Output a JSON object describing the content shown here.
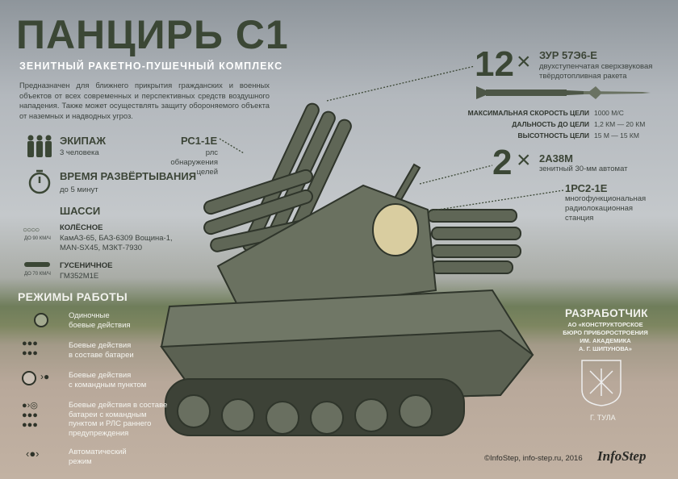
{
  "header": {
    "title": "ПАНЦИРЬ С1",
    "subtitle": "ЗЕНИТНЫЙ РАКЕТНО-ПУШЕЧНЫЙ КОМПЛЕКС",
    "description": "Предназначен для ближнего прикрытия гражданских и военных объектов от всех современных и перспективных средств воздушного нападения. Также может осуществлять защиту обороняемого объекта от наземных и надводных угроз."
  },
  "crew": {
    "icon": "people-icon",
    "label": "ЭКИПАЖ",
    "value": "3 человека"
  },
  "deploy": {
    "icon": "stopwatch-icon",
    "label": "ВРЕМЯ РАЗВЁРТЫВАНИЯ",
    "value": "до 5 минут"
  },
  "chassis": {
    "label": "ШАССИ",
    "wheeled": {
      "icon": "wheels-icon",
      "speed": "ДО 90 КМ/Ч",
      "label": "КОЛЁСНОЕ",
      "line1": "КамАЗ-65,  БАЗ-6309 Вощина-1,",
      "line2": "MAN-SX45, МЗКТ-7930"
    },
    "tracked": {
      "icon": "tracks-icon",
      "speed": "ДО 70 КМ/Ч",
      "label": "ГУСЕНИЧНОЕ",
      "line1": "ГМ352М1Е"
    }
  },
  "radar1": {
    "label": "РС1-1Е",
    "line1": "рлс обнаружения",
    "line2": "целей"
  },
  "modes": {
    "label": "РЕЖИМЫ РАБОТЫ",
    "items": [
      {
        "l1": "Одиночные",
        "l2": "боевые действия"
      },
      {
        "l1": "Боевые действия",
        "l2": "в составе батареи"
      },
      {
        "l1": "Боевые действия",
        "l2": "с командным пунктом"
      },
      {
        "l1": "Боевые действия в составе",
        "l2": "батареи с командным",
        "l3": "пунктом и РЛС раннего",
        "l4": "предупреждения"
      },
      {
        "l1": "Автоматический",
        "l2": "режим"
      }
    ]
  },
  "missile": {
    "count": "12",
    "times": "×",
    "name": "ЗУР 57Э6-Е",
    "line1": "двухступенчатая сверхзвуковая",
    "line2": "твёрдотопливная ракета"
  },
  "specs": [
    {
      "k": "МАКСИМАЛЬНАЯ СКОРОСТЬ ЦЕЛИ",
      "v": "1000 М/С"
    },
    {
      "k": "ДАЛЬНОСТЬ ДО ЦЕЛИ",
      "v": "1,2 КМ — 20 КМ"
    },
    {
      "k": "ВЫСОТНОСТЬ ЦЕЛИ",
      "v": "15 М — 15 КМ"
    }
  ],
  "gun": {
    "count": "2",
    "times": "×",
    "name": "2А38М",
    "line1": "зенитный 30-мм автомат"
  },
  "radar2": {
    "name": "1РС2-1Е",
    "line1": "многофункциональная",
    "line2": "радиолокационная",
    "line3": "станция"
  },
  "developer": {
    "label": "РАЗРАБОТЧИК",
    "l1": "АО «КОНСТРУКТОРСКОЕ",
    "l2": "БЮРО ПРИБОРОСТРОЕНИЯ",
    "l3": "ИМ. АКАДЕМИКА",
    "l4": "А. Г. ШИПУНОВА»",
    "city": "Г. ТУЛА"
  },
  "footer": {
    "copyright": "©InfoStep, info-step.ru, 2016",
    "logo": "InfoStep"
  },
  "colors": {
    "accent": "#3b4735",
    "text": "#3d4440"
  }
}
